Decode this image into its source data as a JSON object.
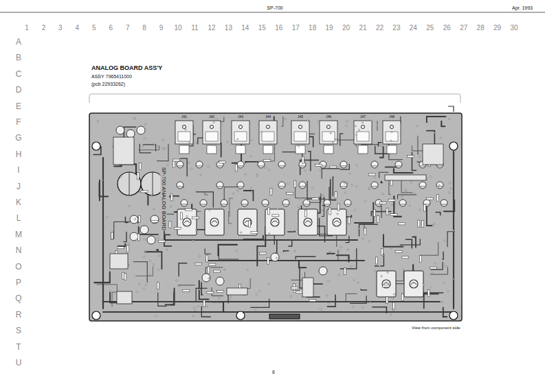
{
  "diagram": {
    "title": "ANALOG BOARD ASS'Y",
    "caption": "View from component side",
    "labels": [
      "SP-700",
      "Apr. 1993",
      "1",
      "2",
      "3",
      "4",
      "5",
      "6",
      "7",
      "8",
      "9",
      "10",
      "11",
      "12",
      "13",
      "14",
      "15",
      "16",
      "17",
      "18",
      "19",
      "20",
      "21",
      "22",
      "23",
      "24",
      "25",
      "26",
      "27",
      "28",
      "29",
      "30",
      "A",
      "B",
      "C",
      "D",
      "E",
      "F",
      "G",
      "H",
      "I",
      "J",
      "K",
      "L",
      "M",
      "N",
      "O",
      "P",
      "Q",
      "R",
      "S",
      "T",
      "U",
      "ASSY 7965411000",
      "(pcb 22933262)",
      "J41",
      "J42",
      "J43",
      "J44",
      "J45",
      "J46",
      "J47",
      "J48",
      "SP-700 ANALOG BOARD",
      "6"
    ]
  }
}
